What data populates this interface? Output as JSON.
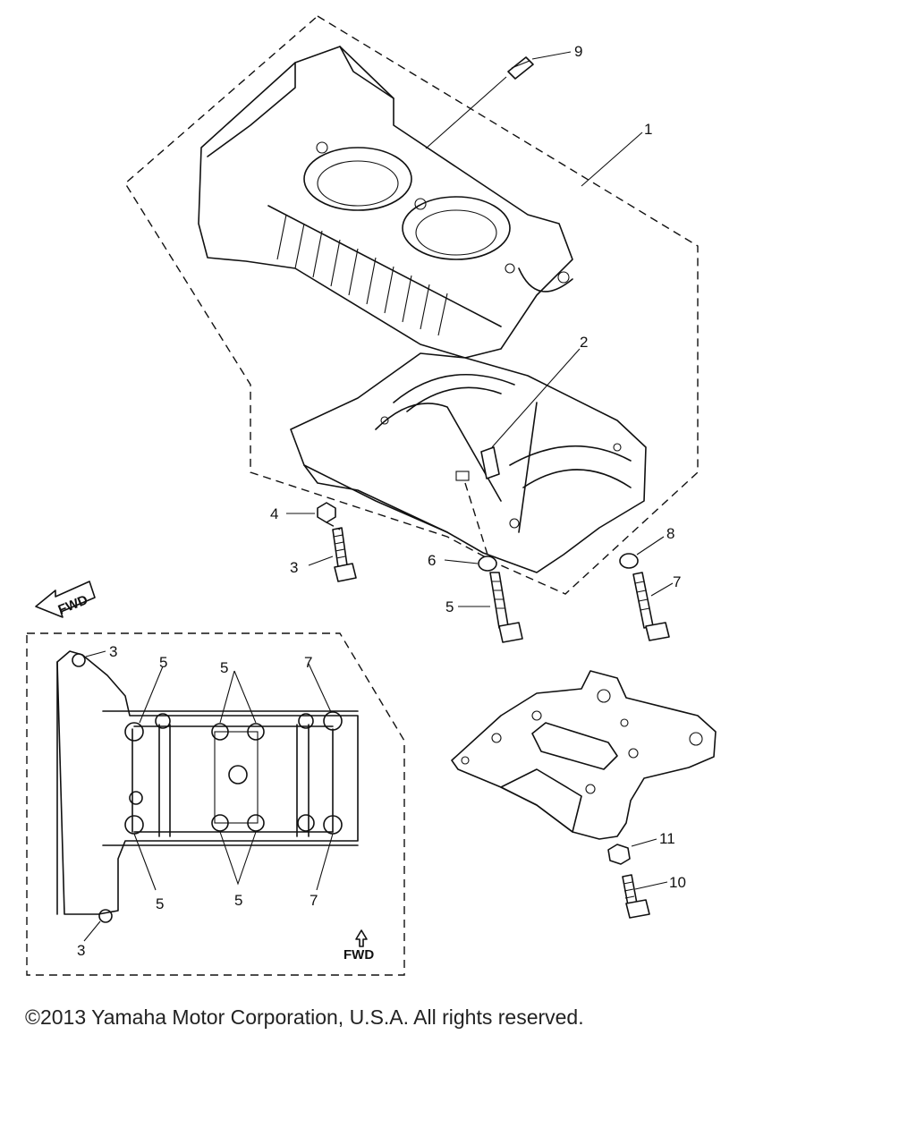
{
  "callouts": {
    "c1": "1",
    "c2": "2",
    "c3": "3",
    "c4": "4",
    "c5": "5",
    "c6": "6",
    "c7": "7",
    "c8": "8",
    "c9": "9",
    "c10": "10",
    "c11": "11"
  },
  "fwd_upper": "FWD",
  "fwd_lower": "FWD",
  "copyright": "©2013 Yamaha Motor Corporation, U.S.A. All rights reserved."
}
